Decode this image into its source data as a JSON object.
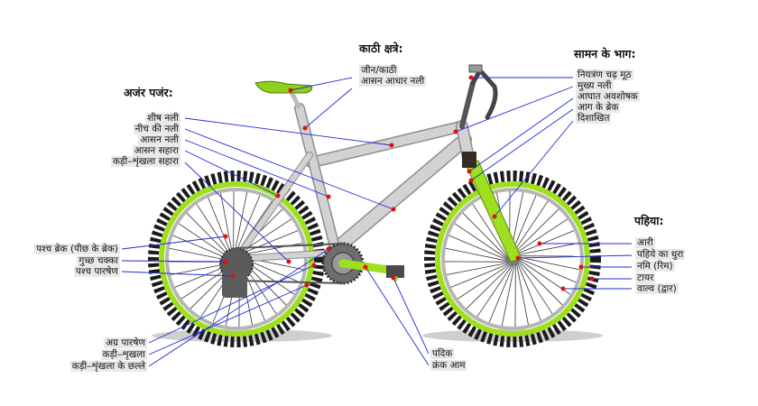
{
  "sections": {
    "frame": {
      "title": "अजंर पजंर:",
      "labels": [
        "शीष नली",
        "नीच की नली",
        "आसन नली",
        "आसन सहारा",
        "कड़ी–शृंखला सहारा"
      ]
    },
    "saddle": {
      "title": "काठी क्षत्रे:",
      "labels": [
        "जीन/काठी",
        "आसन आधार नली"
      ]
    },
    "front": {
      "title": "सामन के भाग:",
      "labels": [
        "नियत्रंण चढ़ मूठ",
        "मुख्य नली",
        "आघात अवशोषक",
        "आग के ब्रेक",
        "दिशाखित"
      ]
    },
    "wheel": {
      "title": "पहिया:",
      "labels": [
        "आरी",
        "पहिये का धुरा",
        "नमि (रिम)",
        "टायर",
        "वाल्व (द्वार)"
      ]
    },
    "rear": {
      "labels": [
        "पश्च ब्रेक (पीछ के ब्रेक)",
        "गुच्छ चक्का",
        "पश्च पारषेण"
      ]
    },
    "drive": {
      "labels": [
        "अग्र पारषेण",
        "कड़ी–शृखला",
        "कड़ी–शृंखला के छल्ले"
      ]
    },
    "pedal": {
      "labels": [
        "पदिक",
        "क्रंक आम"
      ]
    }
  },
  "colors": {
    "frame": "#c8c8c8",
    "accent": "#9ee01e",
    "tire": "#1b1b1b",
    "leader": "#1f2bd6",
    "dot": "#e01010"
  }
}
